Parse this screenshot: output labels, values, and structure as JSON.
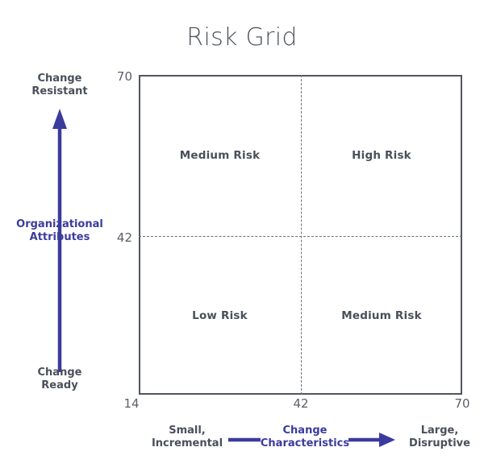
{
  "chart_data": {
    "type": "scatter",
    "title": "Risk Grid",
    "xlabel": "Change Characteristics",
    "ylabel": "Organizational Attributes",
    "xlim": [
      14,
      70
    ],
    "ylim": [
      14,
      70
    ],
    "x_ticks": [
      "14",
      "42",
      "70"
    ],
    "y_ticks": [
      "42",
      "70"
    ],
    "grid": false,
    "legend": "none",
    "annotations": {
      "x_low_label": "Small,\nIncremental",
      "x_high_label": "Large,\nDisruptive",
      "y_low_label": "Change\nReady",
      "y_high_label": "Change\nResistant"
    },
    "quadrants": [
      {
        "id": "top-left",
        "label": "Medium Risk",
        "x_range": [
          14,
          42
        ],
        "y_range": [
          42,
          70
        ]
      },
      {
        "id": "top-right",
        "label": "High Risk",
        "x_range": [
          42,
          70
        ],
        "y_range": [
          42,
          70
        ]
      },
      {
        "id": "bottom-left",
        "label": "Low Risk",
        "x_range": [
          14,
          42
        ],
        "y_range": [
          14,
          42
        ]
      },
      {
        "id": "bottom-right",
        "label": "Medium Risk",
        "x_range": [
          42,
          70
        ],
        "y_range": [
          14,
          42
        ]
      }
    ],
    "dividers": {
      "vertical_at_x": 42,
      "horizontal_at_y": 42,
      "style": "dashed"
    },
    "colors": {
      "accent": "#3b3b9e",
      "axis": "#50555f",
      "text": "#4a4f59",
      "title": "#4f545d",
      "divider": "#6b7079",
      "background": "#ffffff"
    }
  },
  "title": {
    "text": "Risk Grid"
  },
  "y_axis": {
    "title": "Organizational\nAttributes",
    "top_caption": "Change\nResistant",
    "bottom_caption": "Change\nReady",
    "ticks": {
      "top": "70",
      "middle": "42"
    }
  },
  "x_axis": {
    "title": "Change\nCharacteristics",
    "left_caption": "Small,\nIncremental",
    "right_caption": "Large,\nDisruptive",
    "ticks": {
      "left": "14",
      "middle": "42",
      "right": "70"
    }
  },
  "quadrant_labels": {
    "top_left": "Medium Risk",
    "top_right": "High Risk",
    "bottom_left": "Low Risk",
    "bottom_right": "Medium Risk"
  }
}
